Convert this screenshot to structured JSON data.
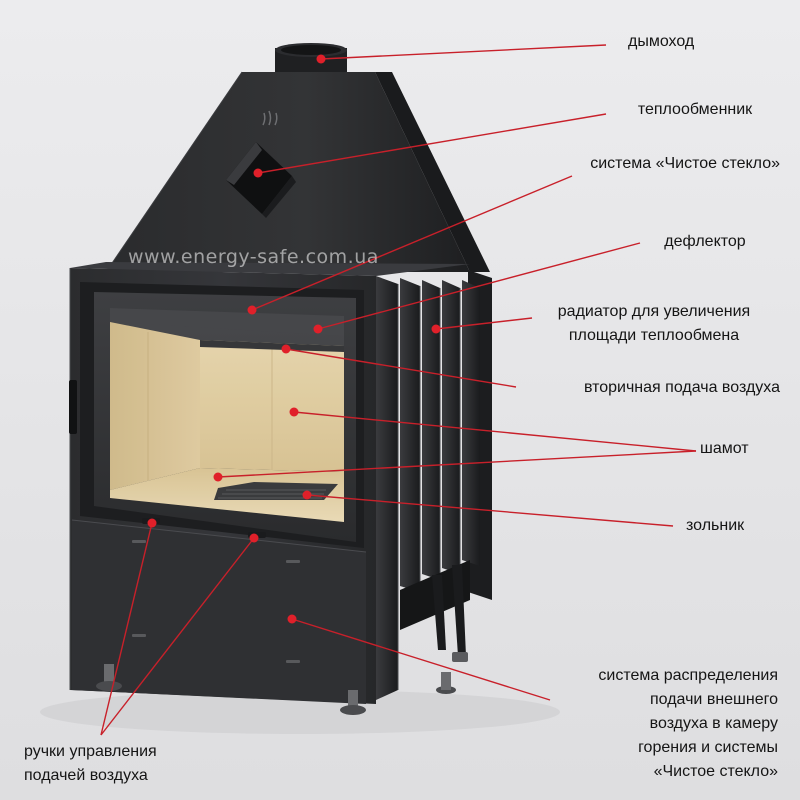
{
  "watermark": "www.energy-safe.com.ua",
  "labels": {
    "chimney": "дымоход",
    "heat_exchanger": "теплообменник",
    "clean_glass": "система «Чистое стекло»",
    "deflector": "дефлектор",
    "radiator": [
      "радиатор для увеличения",
      "площади теплообмена"
    ],
    "secondary_air": "вторичная подача воздуха",
    "chamotte": "шамот",
    "ash_pan": "зольник",
    "air_distribution": [
      "система распределения",
      "подачи внешнего",
      "воздуха в камеру",
      "горения и системы",
      "«Чистое стекло»"
    ],
    "air_control_handles": [
      "ручки управления",
      "подачей воздуха"
    ]
  },
  "colors": {
    "background": "#e6e6e8",
    "body_metal": "#2c2d2f",
    "dark_metal": "#1c1d1f",
    "chamotte": "#dcc79a",
    "callout_line": "#c8202a",
    "callout_dot": "#e0202a"
  }
}
